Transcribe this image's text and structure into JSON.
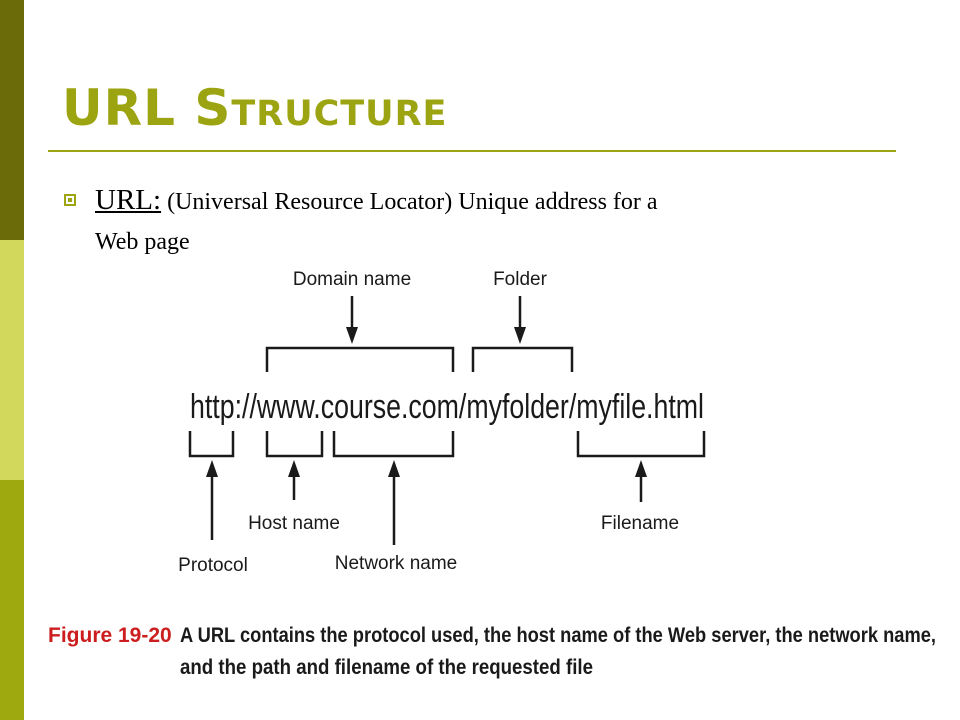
{
  "colors": {
    "bar_top": "#6b6b0a",
    "bar_mid": "#d1d85c",
    "bar_bot": "#9ea80f",
    "title": "#9ca412",
    "rule": "#9ca412",
    "caption_label": "#cc1e1e"
  },
  "slide": {
    "title": "URL Structure",
    "bullet": {
      "icon": "square-bullet-icon",
      "term": "URL:",
      "text_line1": " (Universal Resource Locator) Unique address for a",
      "text_line2": "Web page"
    }
  },
  "diagram": {
    "url": "http://www.course.com/myfolder/myfile.html",
    "labels": {
      "domain_name": "Domain name",
      "folder": "Folder",
      "host_name": "Host name",
      "protocol": "Protocol",
      "network_name": "Network name",
      "filename": "Filename"
    }
  },
  "caption": {
    "label": "Figure 19-20",
    "line1": "A URL contains the protocol used, the host name of the Web server, the network name,",
    "line2": "and the path and filename of the requested file"
  }
}
